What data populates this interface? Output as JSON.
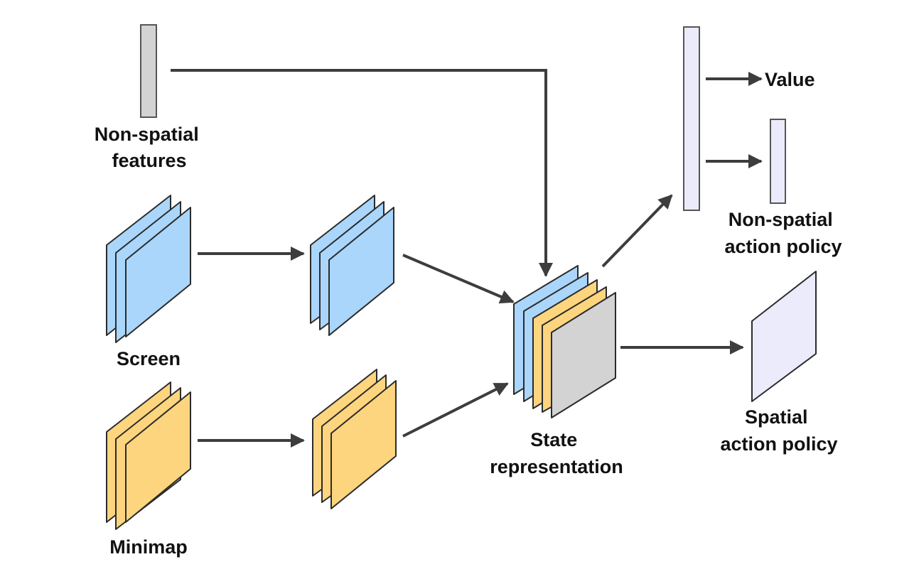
{
  "colors": {
    "screen": "#aad6fb",
    "minimap": "#fdd57e",
    "nonspatial": "#d3d3d3",
    "output": "#ebebfb",
    "arrow": "#3d3d3d"
  },
  "labels": {
    "nonspatial_features": [
      "Non-spatial",
      "features"
    ],
    "screen": "Screen",
    "minimap": "Minimap",
    "state_representation": [
      "State",
      "representation"
    ],
    "value": "Value",
    "nonspatial_action_policy": [
      "Non-spatial",
      "action policy"
    ],
    "spatial_action_policy": [
      "Spatial",
      "action policy"
    ]
  }
}
